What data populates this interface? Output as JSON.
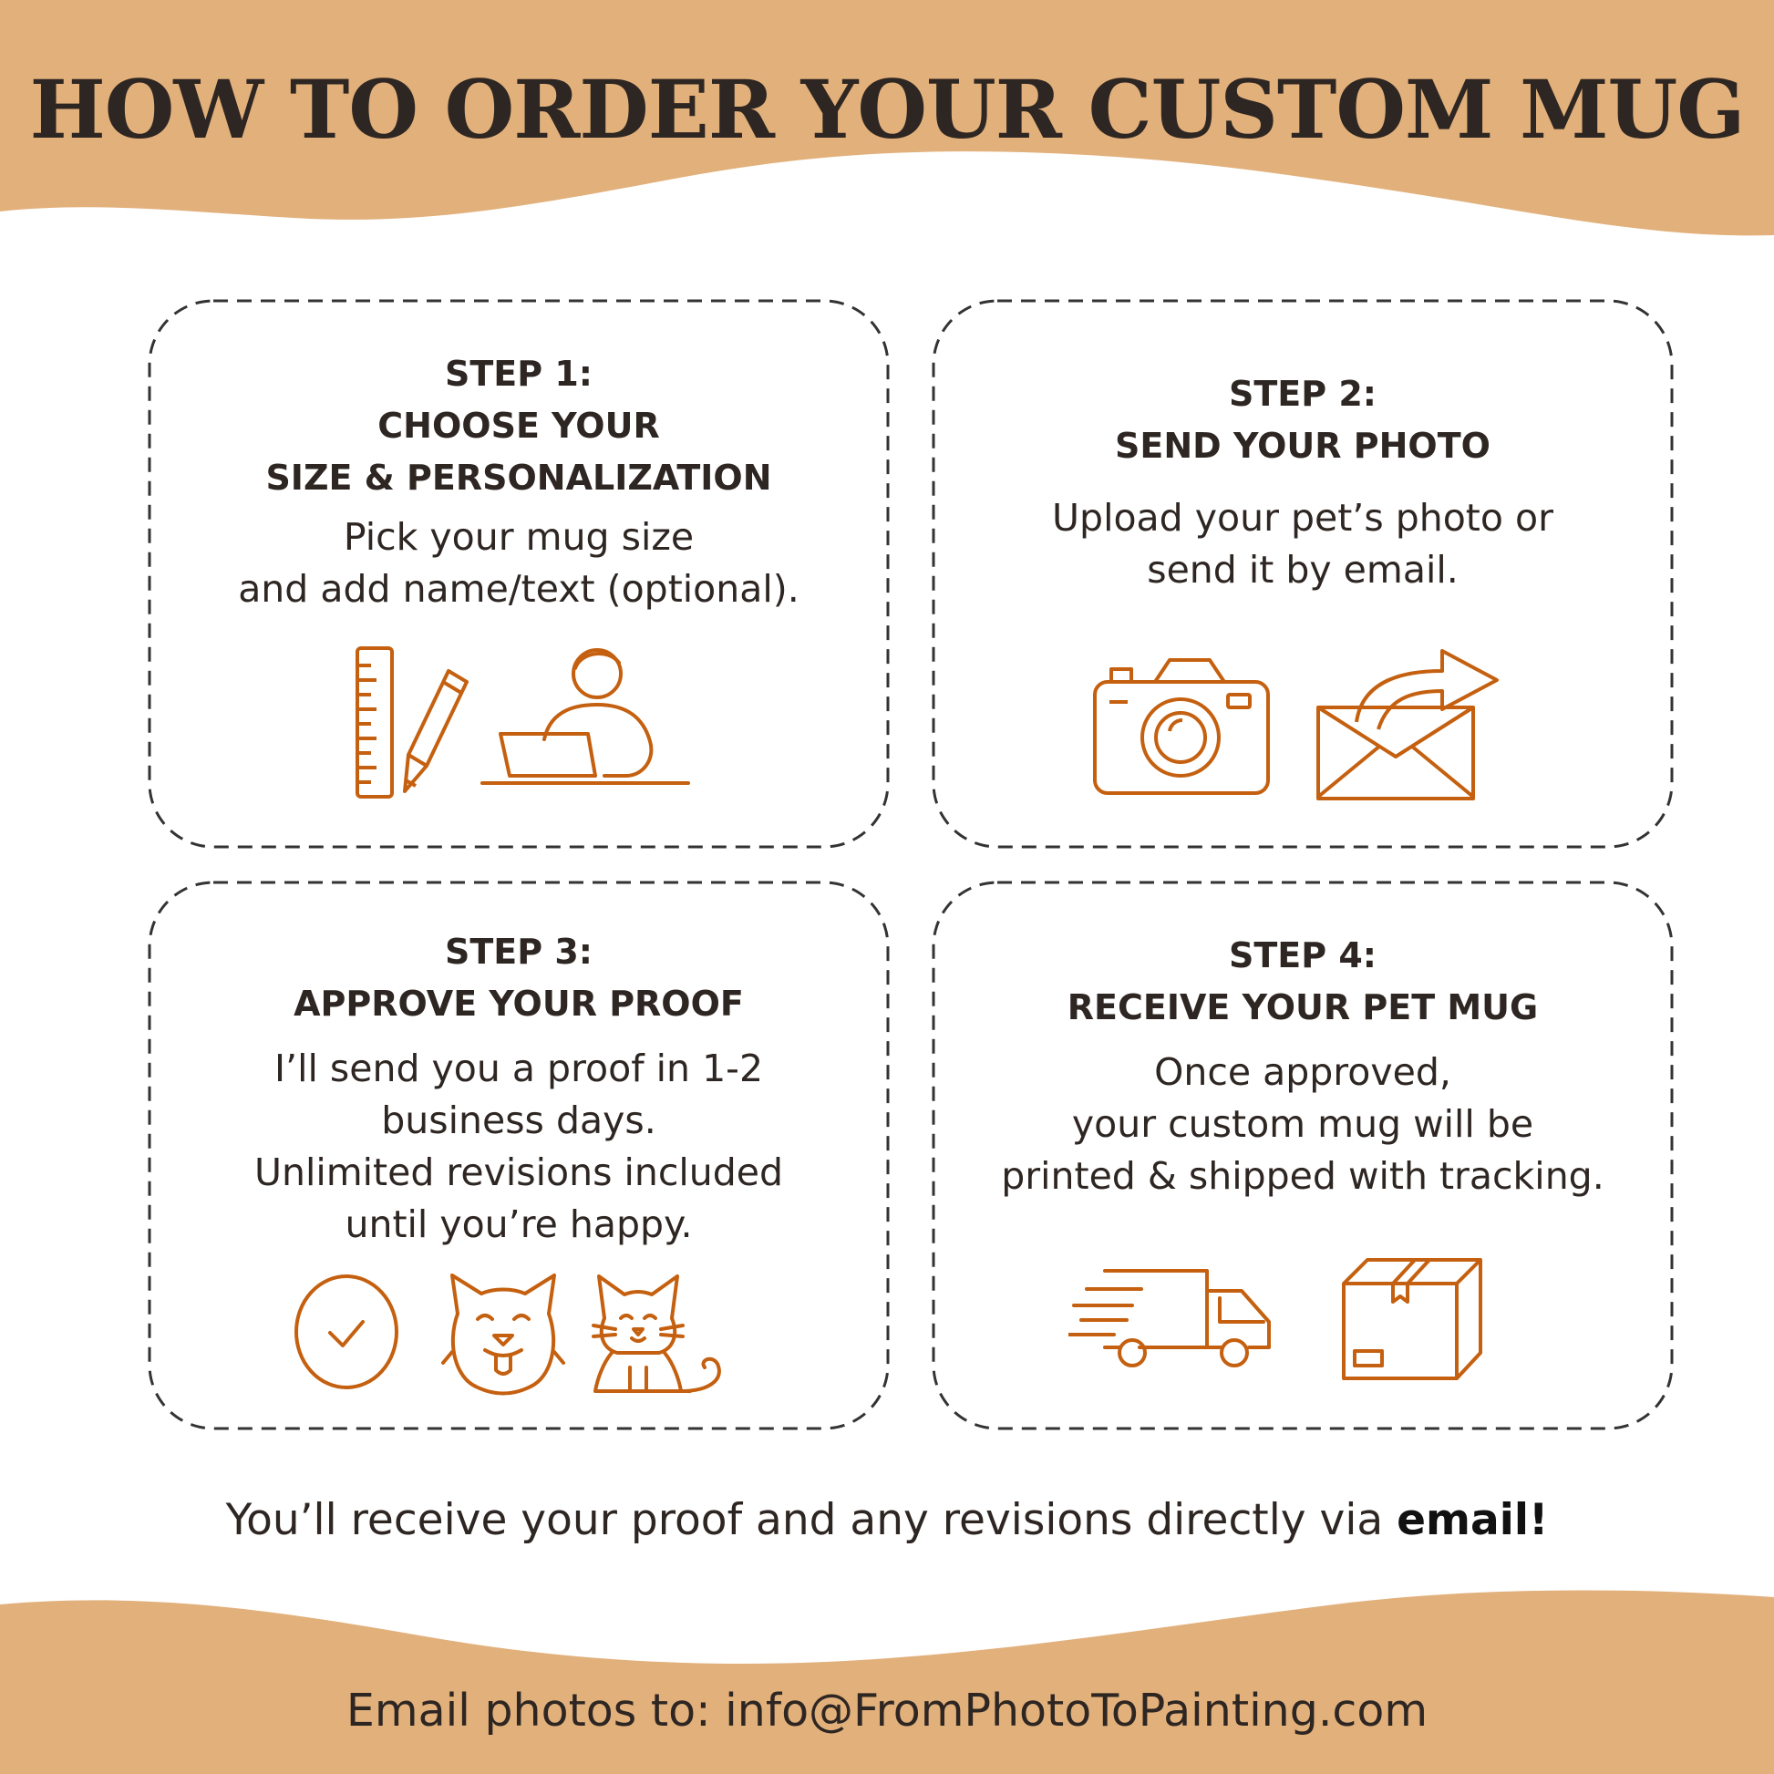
{
  "colors": {
    "band": "#e2b07b",
    "icon": "#c4600f",
    "text": "#2e2622",
    "dash": "#333333"
  },
  "header": {
    "title": "HOW TO ORDER YOUR CUSTOM MUG"
  },
  "steps": [
    {
      "label": "STEP 1:",
      "title_lines": [
        "CHOOSE YOUR",
        "SIZE & PERSONALIZATION"
      ],
      "desc_lines": [
        "Pick your mug size",
        "and add name/text (optional)."
      ],
      "icons": [
        "ruler-icon",
        "pencil-icon",
        "person-laptop-icon"
      ]
    },
    {
      "label": "STEP 2:",
      "title_lines": [
        "SEND YOUR PHOTO"
      ],
      "desc_lines": [
        "Upload your pet’s photo or",
        "send it by email."
      ],
      "icons": [
        "camera-icon",
        "email-forward-icon"
      ]
    },
    {
      "label": "STEP 3:",
      "title_lines": [
        "APPROVE YOUR PROOF"
      ],
      "desc_lines": [
        "I’ll send you a proof in 1-2",
        "business days.",
        "Unlimited revisions included",
        "until you’re happy."
      ],
      "icons": [
        "checkmark-circle-icon",
        "dog-icon",
        "cat-icon"
      ]
    },
    {
      "label": "STEP 4:",
      "title_lines": [
        "RECEIVE YOUR  PET MUG"
      ],
      "desc_lines": [
        "Once approved,",
        "your custom mug will be",
        "printed & shipped with tracking."
      ],
      "icons": [
        "delivery-truck-icon",
        "package-box-icon"
      ]
    }
  ],
  "note": {
    "text": "You’ll receive your proof and any revisions directly via ",
    "emphasis": "email!"
  },
  "footer": {
    "text": "Email photos to: info@FromPhotoToPainting.com"
  }
}
